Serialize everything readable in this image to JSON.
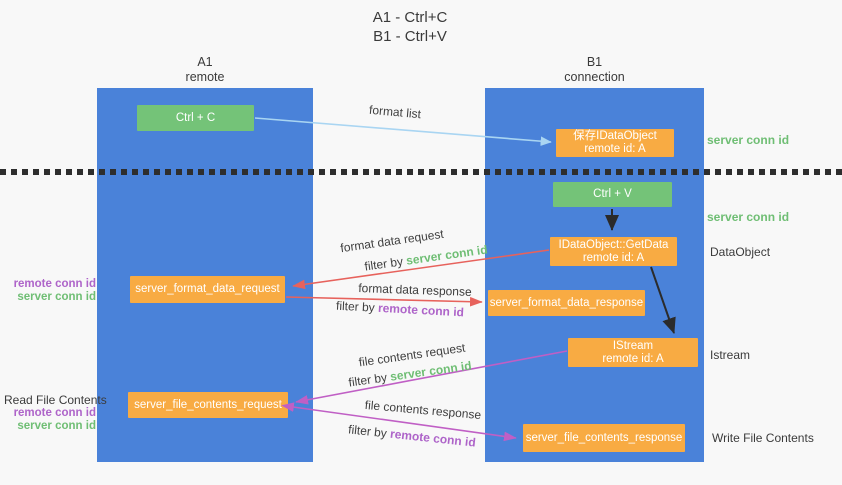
{
  "title": {
    "line1": "A1 - Ctrl+C",
    "line2": "B1 - Ctrl+V"
  },
  "lanes": {
    "a": {
      "name": "A1",
      "role": "remote"
    },
    "b": {
      "name": "B1",
      "role": "connection"
    }
  },
  "nodes": {
    "ctrl_c": {
      "label": "Ctrl + C"
    },
    "ctrl_v": {
      "label": "Ctrl + V"
    },
    "save_dataobject": {
      "line1": "保存IDataObject",
      "line2": "remote id: A"
    },
    "getdata": {
      "line1": "IDataObject::GetData",
      "line2": "remote id: A"
    },
    "istream": {
      "line1": "IStream",
      "line2": "remote id: A"
    },
    "format_request": {
      "label": "server_format_data_request"
    },
    "format_response": {
      "label": "server_format_data_response"
    },
    "file_request": {
      "label": "server_file_contents_request"
    },
    "file_response": {
      "label": "server_file_contents_response"
    }
  },
  "arrow_labels": {
    "format_list": "format list",
    "format_data_request": "format data request",
    "format_data_request_filter": {
      "prefix": "filter by ",
      "key": "server conn id"
    },
    "format_data_response": "format data response",
    "format_data_response_filter": {
      "prefix": "filter by ",
      "key": "remote conn id"
    },
    "file_contents_request": "file contents request",
    "file_contents_request_filter": {
      "prefix": "filter by ",
      "key": "server conn id"
    },
    "file_contents_response": "file contents response",
    "file_contents_response_filter": {
      "prefix": "filter by ",
      "key": "remote conn id"
    }
  },
  "annotations": {
    "right": {
      "server_conn_id_top": "server conn id",
      "server_conn_id_mid": "server conn id",
      "dataobject": "DataObject",
      "istream": "Istream",
      "write_file_contents": "Write File Contents"
    },
    "left": {
      "remote_conn_id_1": "remote conn id",
      "server_conn_id_1": "server conn id",
      "read_file_contents": "Read File Contents",
      "remote_conn_id_2": "remote conn id",
      "server_conn_id_2": "server conn id"
    }
  },
  "colors": {
    "lane_blue": "#4a82d9",
    "box_green": "#74c378",
    "box_orange": "#f8ab43",
    "arrow_red": "#e7625c",
    "arrow_magenta": "#c05fc5",
    "arrow_lightblue": "#a9d5f2",
    "arrow_black": "#2b2b2b",
    "text_green": "#6fbe74",
    "text_purple": "#ae64c9",
    "divider_black": "#2e2e2e"
  }
}
